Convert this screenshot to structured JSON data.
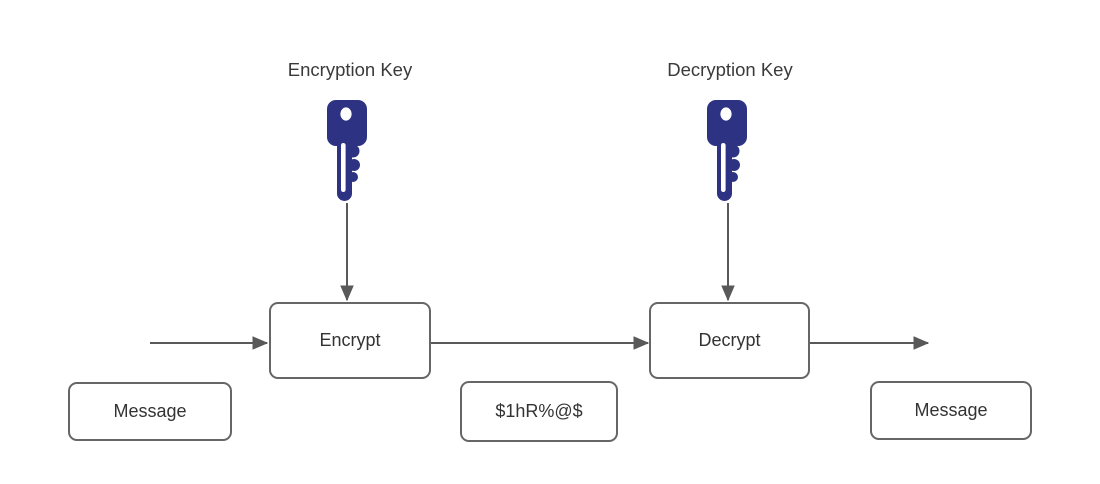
{
  "labels": {
    "encryption_key": "Encryption Key",
    "decryption_key": "Decryption Key"
  },
  "nodes": {
    "encrypt": {
      "label": "Encrypt"
    },
    "decrypt": {
      "label": "Decrypt"
    },
    "message_in": {
      "label": "Message"
    },
    "ciphertext": {
      "label": "$1hR%@$"
    },
    "message_out": {
      "label": "Message"
    }
  },
  "icons": {
    "encryption_key": "key-icon",
    "decryption_key": "key-icon"
  },
  "colors": {
    "key_fill": "#2d3282",
    "box_border": "#666666",
    "arrow": "#595959",
    "text": "#333333",
    "background": "#ffffff"
  }
}
